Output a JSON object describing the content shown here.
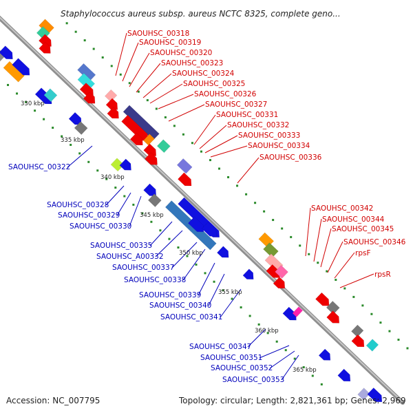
{
  "map": {
    "title": "Staphylococcus aureus subsp. aureus NCTC 8325, complete geno...",
    "accession": "Accession: NC_007795",
    "topology": "Topology: circular; Length: 2,821,361 bp; Genes: 2,969"
  },
  "ticks": [
    "330 kbp",
    "335 kbp",
    "340 kbp",
    "345 kbp",
    "350 kbp",
    "355 kbp",
    "360 kbp",
    "365 kbp"
  ],
  "labels_forward": [
    "SAOUHSC_00318",
    "SAOUHSC_00319",
    "SAOUHSC_00320",
    "SAOUHSC_00323",
    "SAOUHSC_00324",
    "SAOUHSC_00325",
    "SAOUHSC_00326",
    "SAOUHSC_00327",
    "SAOUHSC_00331",
    "SAOUHSC_00332",
    "SAOUHSC_00333",
    "SAOUHSC_00334",
    "SAOUHSC_00336",
    "SAOUHSC_00342",
    "SAOUHSC_00344",
    "SAOUHSC_00345",
    "SAOUHSC_00346",
    "rpsF",
    "rpsR"
  ],
  "labels_reverse": [
    "SAOUHSC_00322",
    "SAOUHSC_00328",
    "SAOUHSC_00329",
    "SAOUHSC_00330",
    "SAOUHSC_00335",
    "SAOUHSC_A00332",
    "SAOUHSC_00337",
    "SAOUHSC_00338",
    "SAOUHSC_00339",
    "SAOUHSC_00340",
    "SAOUHSC_00341",
    "SAOUHSC_00347",
    "SAOUHSC_00351",
    "SAOUHSC_00352",
    "SAOUHSC_00353"
  ],
  "colors": {
    "forward_label": "#d10000",
    "reverse_label": "#0000bb",
    "gene_red": "#ee0000",
    "gene_blue": "#1010e0",
    "backbone": "#999999",
    "tick_dot": "#2a8a2a"
  }
}
